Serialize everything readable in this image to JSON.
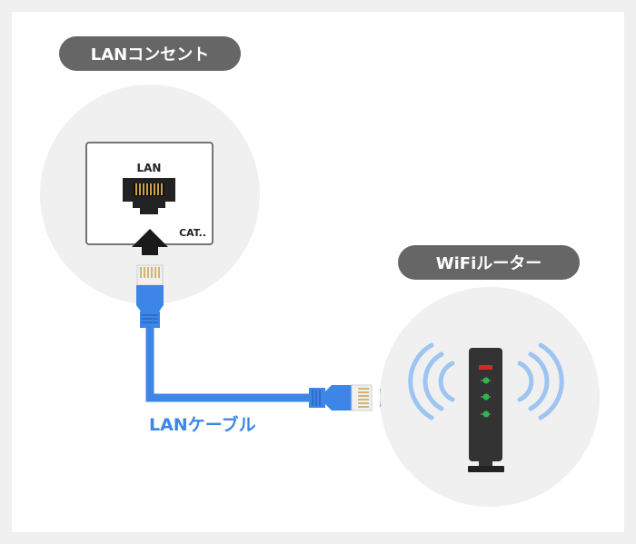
{
  "outlet": {
    "pill_label": "LANコンセント",
    "port_label": "LAN",
    "category_label": "CAT.."
  },
  "router": {
    "pill_label": "WiFiルーター"
  },
  "cable": {
    "label": "LANケーブル"
  },
  "colors": {
    "page_background": "#f0f0f0",
    "panel": "#ffffff",
    "circle": "#f0f0f0",
    "pill": "#666666",
    "cable": "#3d86e8",
    "cable_label": "#3d86e8",
    "arrow": "#1a1a1a",
    "router_body": "#333333",
    "router_red": "#d9262a",
    "router_led": "#2db84a",
    "wifi_waves": "#9ec4f2",
    "plug_metal": "#f0f0f0",
    "plug_pins": "#c9a14a"
  },
  "icons": [
    "lan-port-icon",
    "rj45-plug-icon",
    "arrow-up-icon",
    "arrow-right-icon",
    "router-icon",
    "wifi-waves-icon"
  ]
}
